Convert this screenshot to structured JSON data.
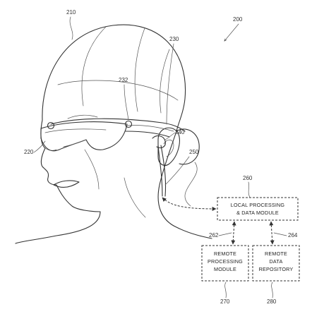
{
  "figure": {
    "number": "200",
    "refs": {
      "head": "210",
      "display": "220",
      "frame": "230",
      "sensor": "232",
      "speaker": "240",
      "cable": "250"
    },
    "modules": {
      "local": {
        "ref": "260",
        "line1": "LOCAL PROCESSING",
        "line2": "& DATA MODULE"
      },
      "remote_processing": {
        "ref": "270",
        "line1": "REMOTE",
        "line2": "PROCESSING",
        "line3": "MODULE"
      },
      "remote_data": {
        "ref": "280",
        "line1": "REMOTE",
        "line2": "DATA",
        "line3": "REPOSITORY"
      }
    },
    "links": {
      "to_remote_processing": "262",
      "to_remote_data": "264"
    }
  }
}
